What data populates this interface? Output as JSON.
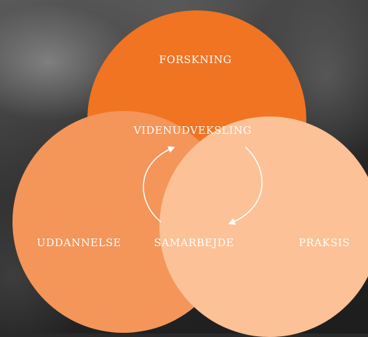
{
  "diagram": {
    "labels": {
      "top": "FORSKNING",
      "center": "VIDENUDVEKSLING",
      "left": "UDDANNELSE",
      "middle": "SAMARBEJDE",
      "right": "PRAKSIS"
    },
    "colors": {
      "top_circle": "#f07422",
      "left_circle": "#f4955a",
      "right_circle": "#fcc196",
      "text": "#ffffff"
    }
  }
}
